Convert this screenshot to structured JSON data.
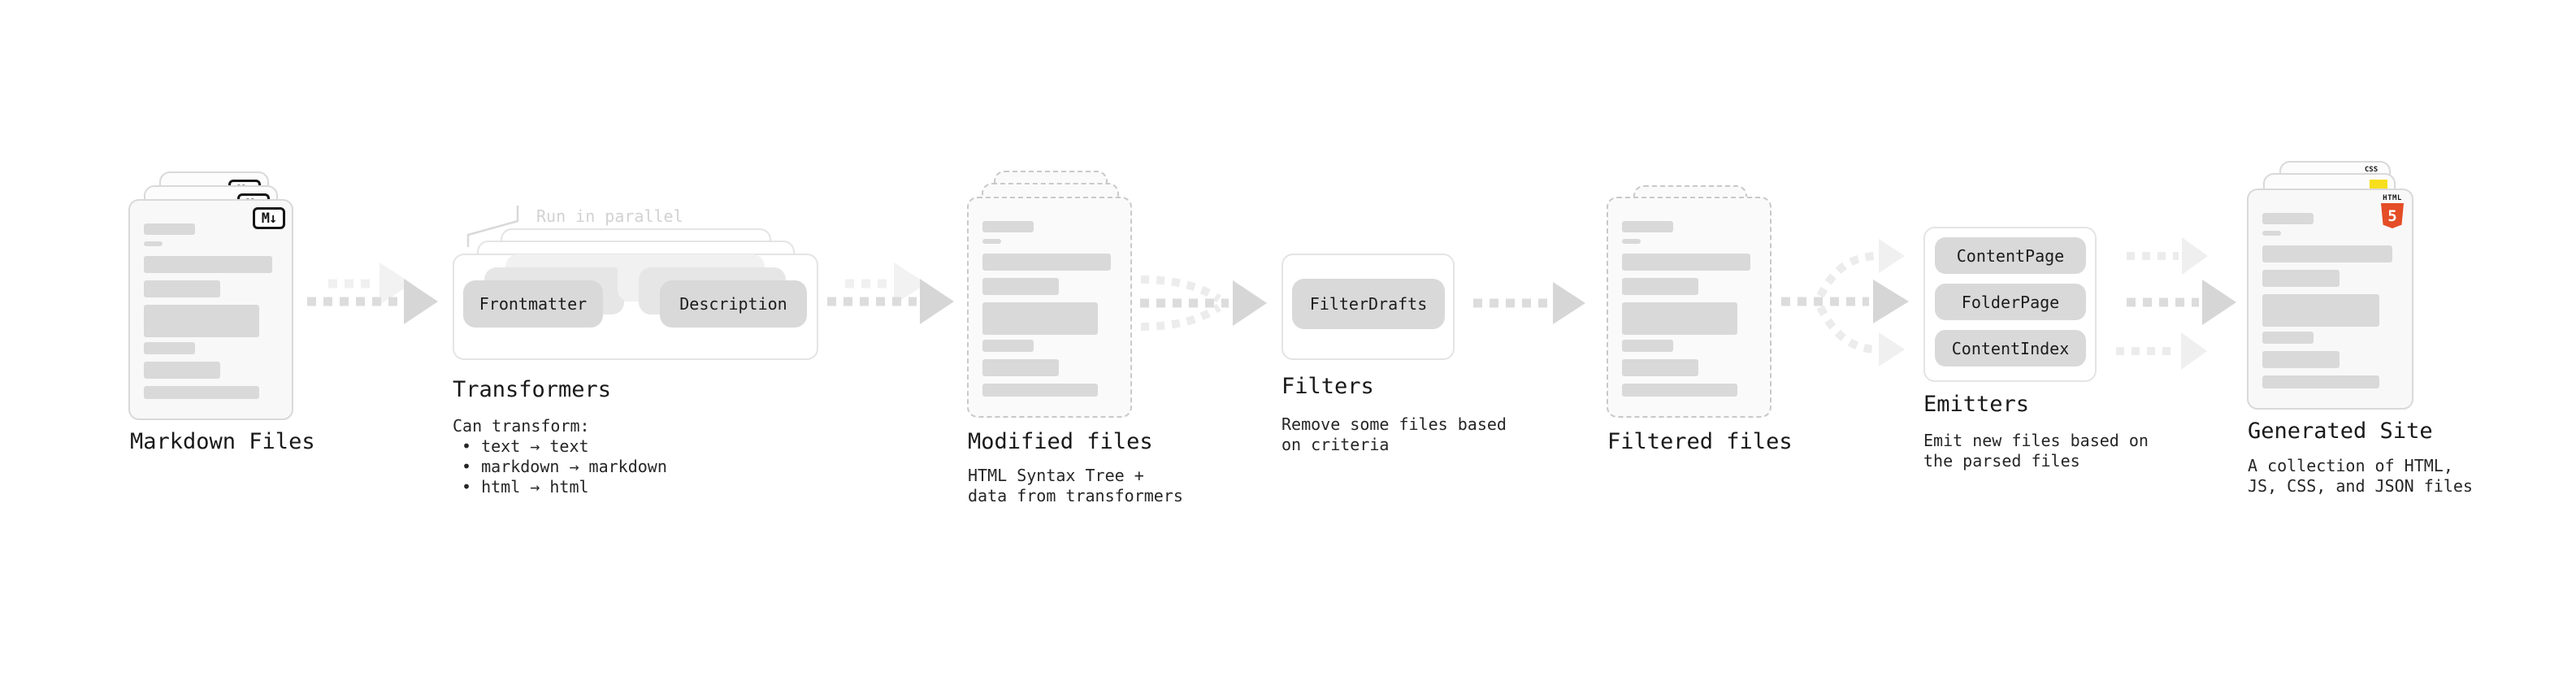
{
  "markdown": {
    "label": "Markdown Files",
    "badge": "M↓"
  },
  "transformers": {
    "label": "Transformers",
    "note": "Run in parallel",
    "pill_a": "Frontmatter",
    "pill_b": "Description",
    "desc_title": "Can transform:",
    "bullets": [
      "text → text",
      "markdown → markdown",
      "html → html"
    ]
  },
  "modified": {
    "label": "Modified files",
    "desc": "HTML Syntax Tree +\ndata from transformers"
  },
  "filters": {
    "label": "Filters",
    "pill": "FilterDrafts",
    "desc": "Remove some files based\non criteria"
  },
  "filtered": {
    "label": "Filtered files"
  },
  "emitters": {
    "label": "Emitters",
    "pills": [
      "ContentPage",
      "FolderPage",
      "ContentIndex"
    ],
    "desc": "Emit new files based on\nthe parsed files"
  },
  "generated": {
    "label": "Generated Site",
    "desc": "A collection of HTML,\nJS, CSS, and JSON files",
    "badge_css": "CSS",
    "badge_html_word": "HTML",
    "badge_html_five": "5"
  },
  "colors": {
    "markdown_badge_black": "#161616",
    "html5_orange": "#e44d26",
    "js_yellow": "#f7df1e",
    "css_blue": "#2563eb",
    "arrow_gray": "#dcdcdc",
    "arrow_light_gray": "#ededed",
    "bar_gray": "#d9d9d9"
  }
}
